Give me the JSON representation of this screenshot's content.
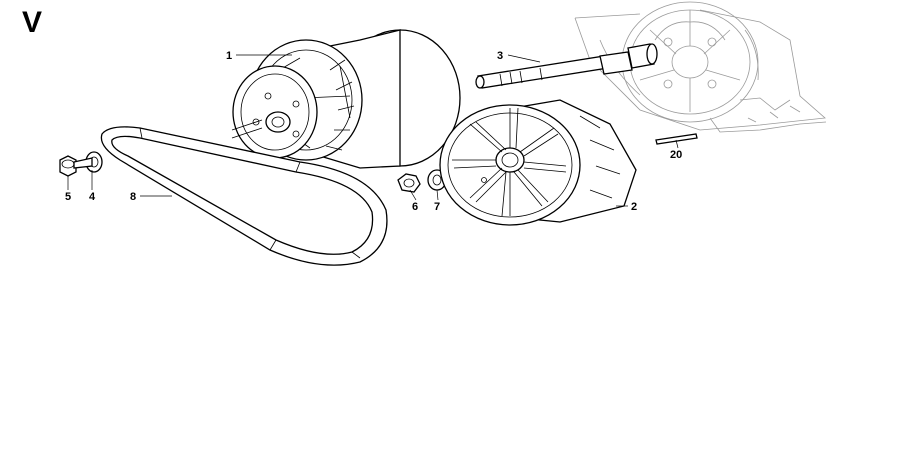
{
  "section_letter": "V",
  "callouts": [
    {
      "id": "1",
      "label": "1"
    },
    {
      "id": "2",
      "label": "2"
    },
    {
      "id": "3",
      "label": "3"
    },
    {
      "id": "4",
      "label": "4"
    },
    {
      "id": "5",
      "label": "5"
    },
    {
      "id": "6",
      "label": "6"
    },
    {
      "id": "7",
      "label": "7"
    },
    {
      "id": "8",
      "label": "8"
    },
    {
      "id": "20",
      "label": "20"
    }
  ]
}
